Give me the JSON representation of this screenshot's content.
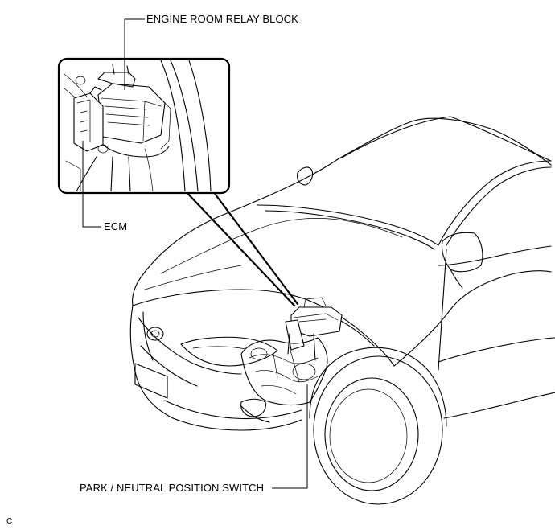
{
  "labels": {
    "relay_block": "ENGINE ROOM RELAY BLOCK",
    "ecm": "ECM",
    "pnp_switch": "PARK / NEUTRAL POSITION SWITCH"
  },
  "figure_code": "C",
  "colors": {
    "line": "#000000",
    "background": "#ffffff"
  }
}
